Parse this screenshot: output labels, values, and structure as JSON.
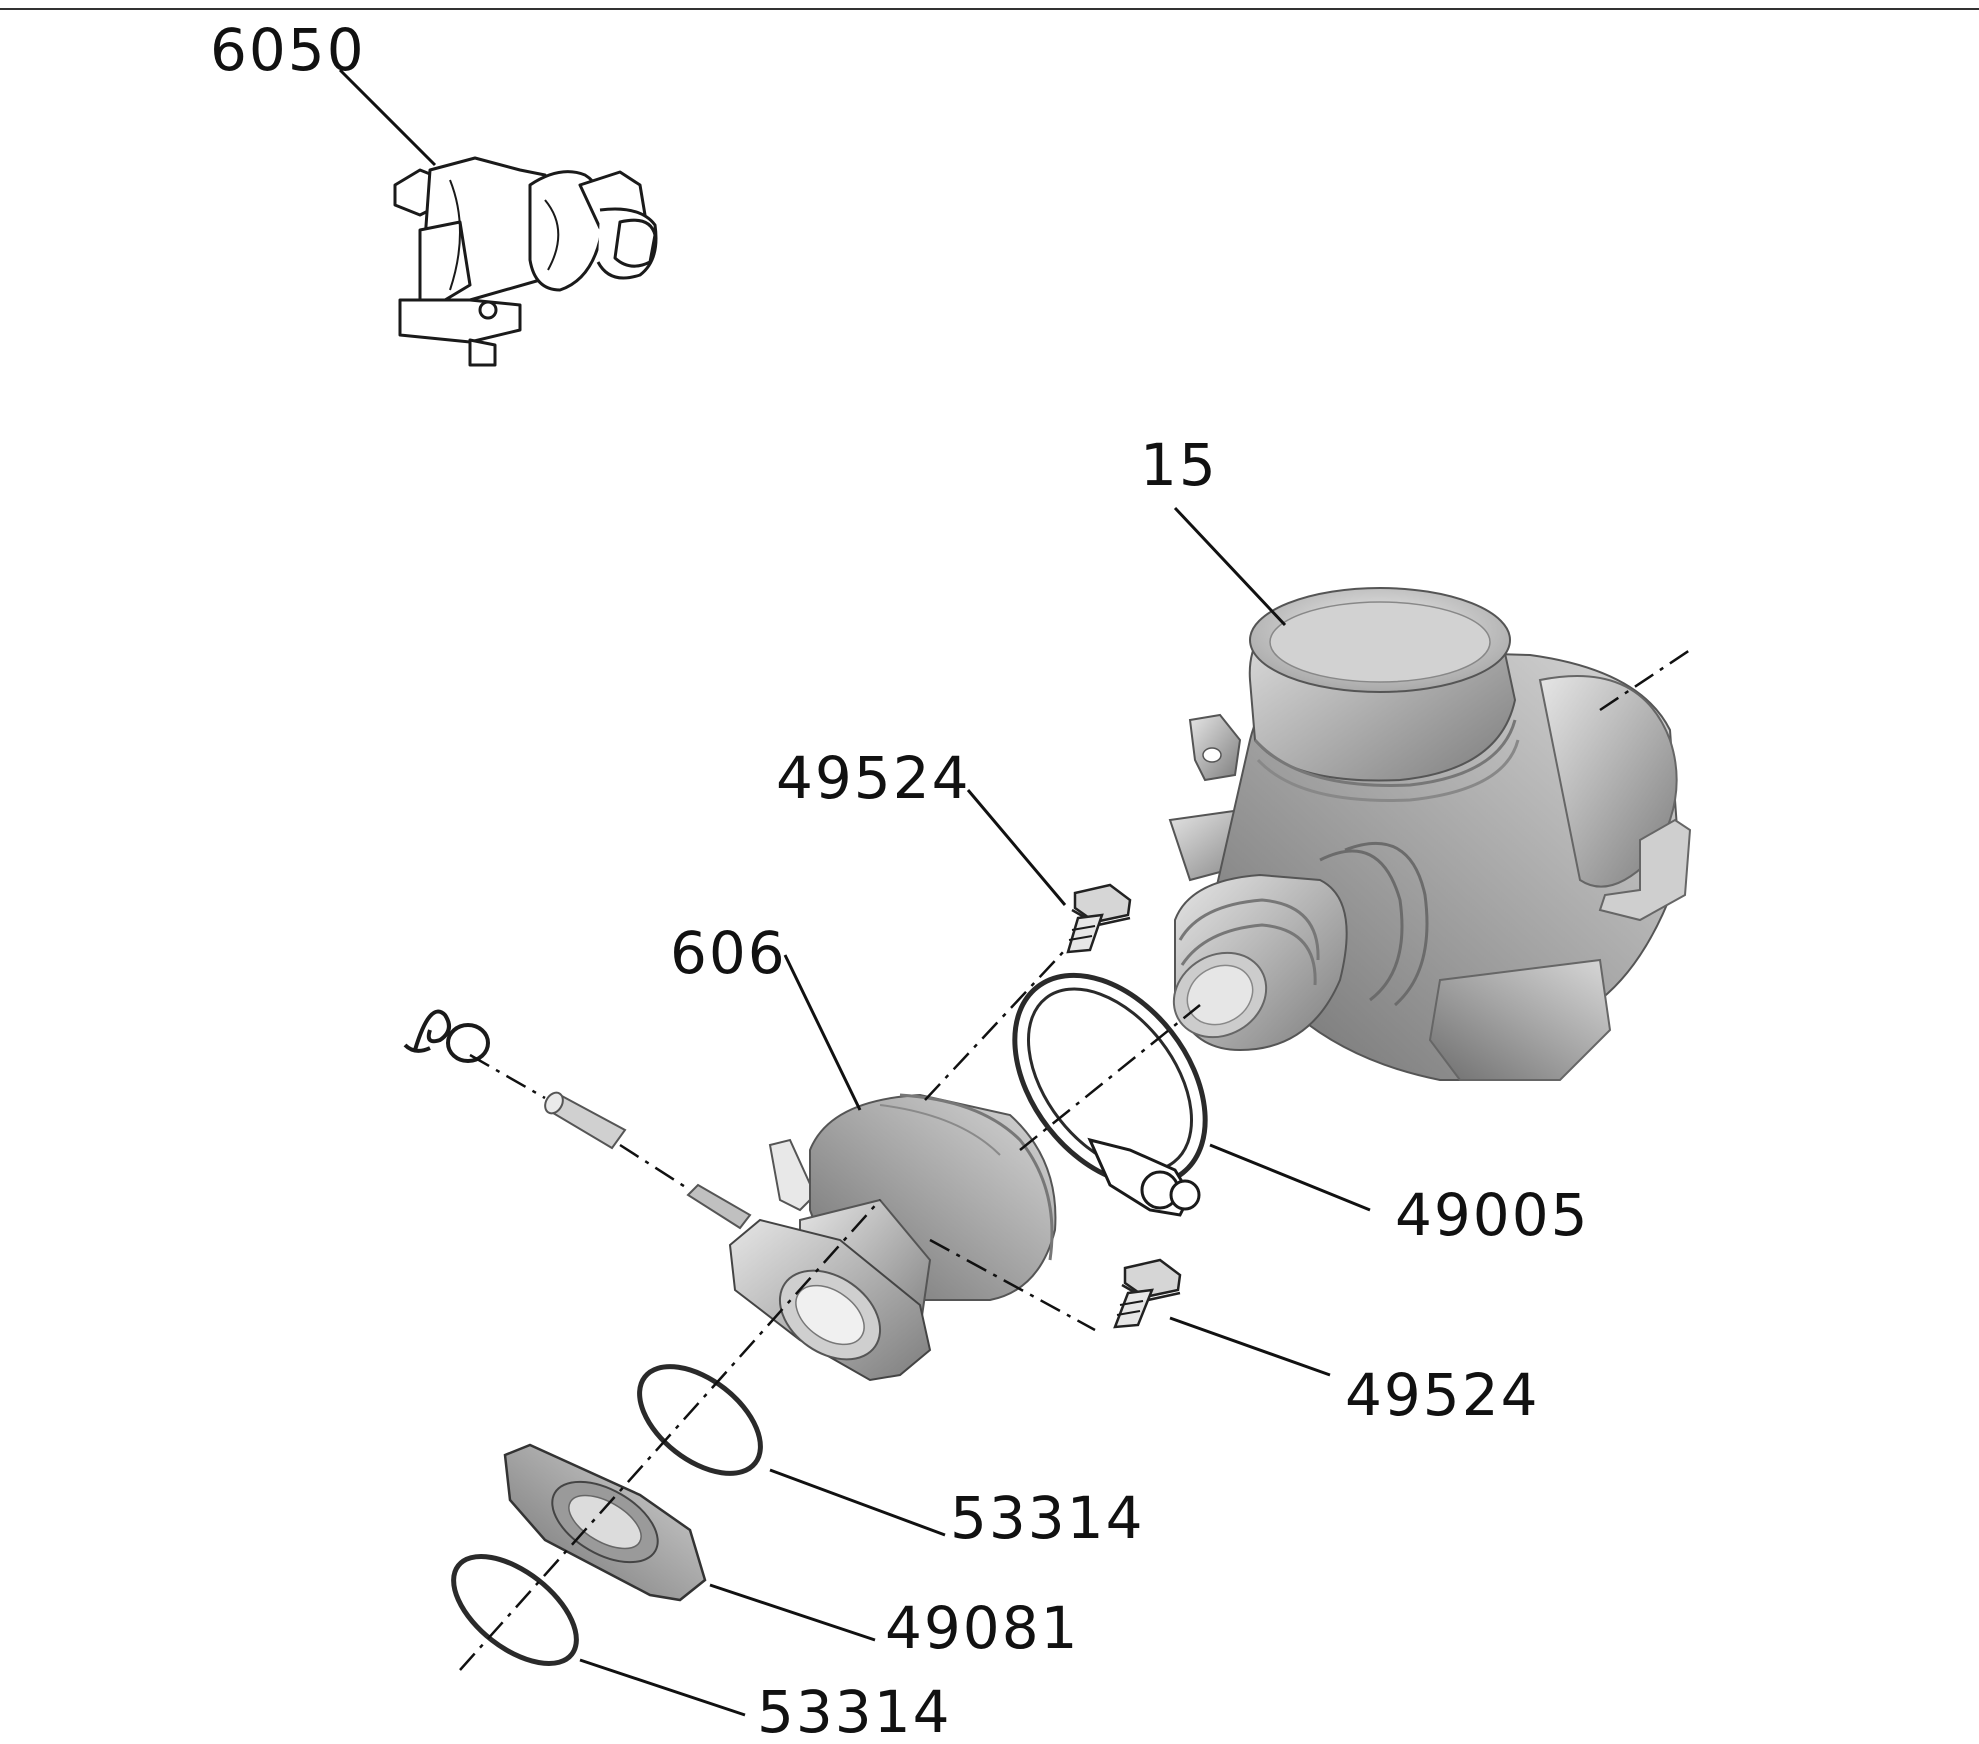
{
  "diagram": {
    "callouts": {
      "part_6050": "6050",
      "part_15": "15",
      "part_49524_top": "49524",
      "part_606": "606",
      "part_49005": "49005",
      "part_49524_bottom": "49524",
      "part_53314_top": "53314",
      "part_49081": "49081",
      "part_53314_bottom": "53314"
    }
  }
}
